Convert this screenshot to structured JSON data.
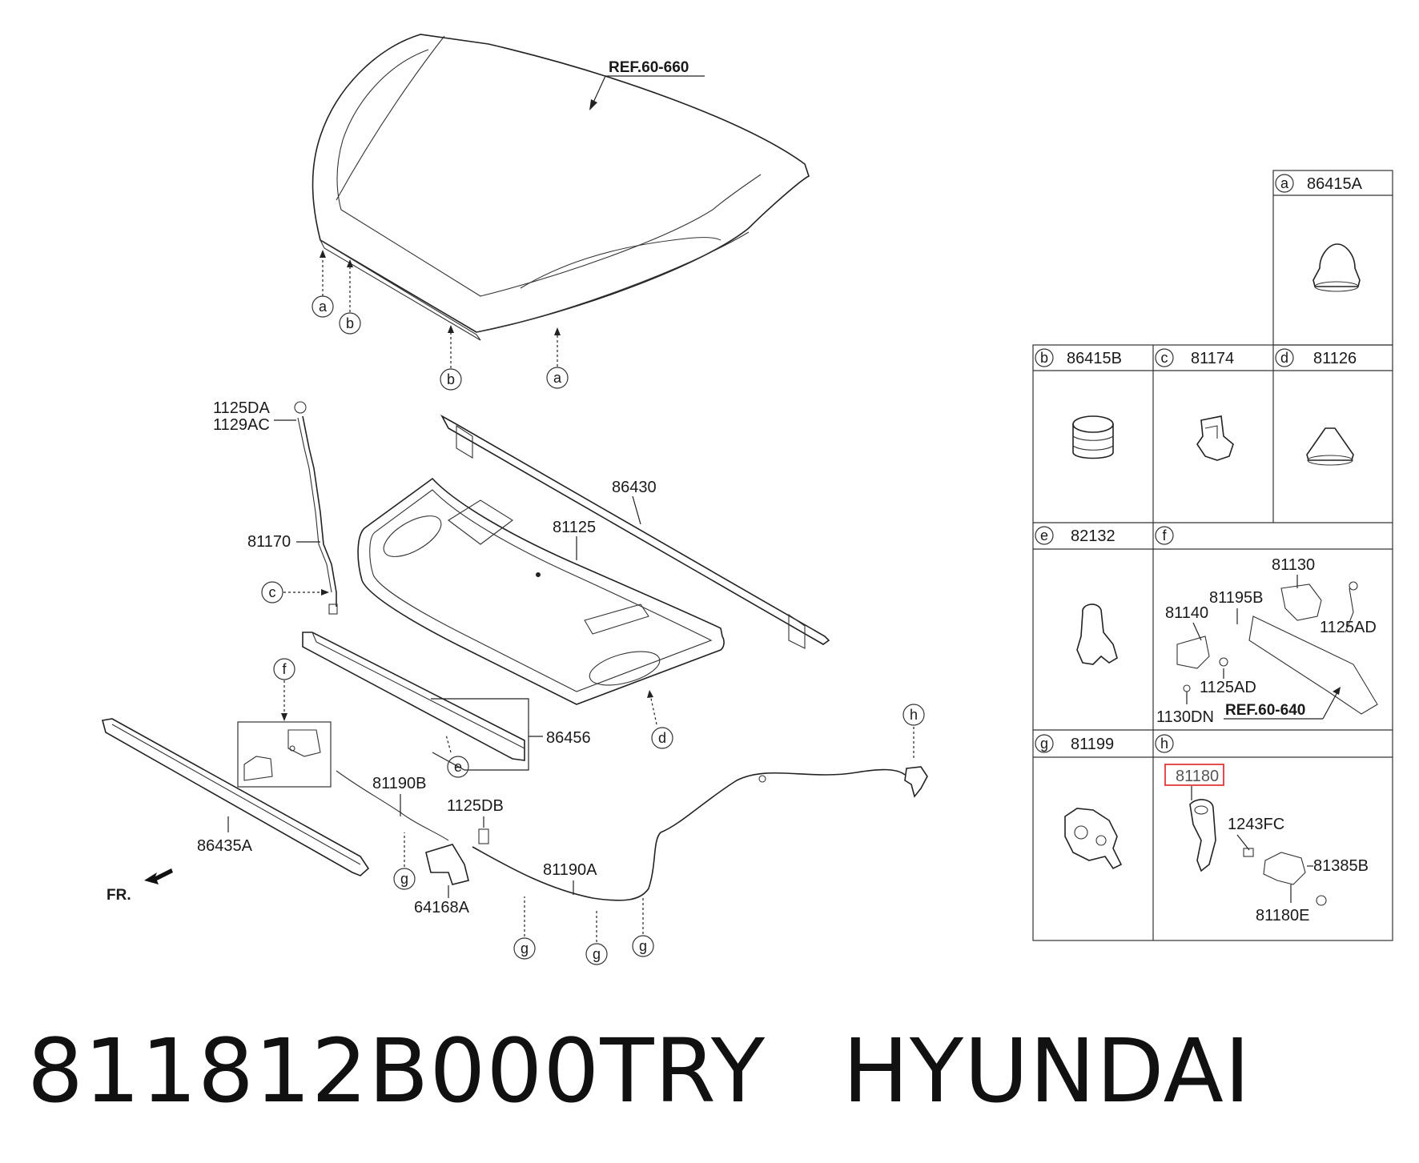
{
  "labels": {
    "ref_60_660": "REF.60-660",
    "p86430": "86430",
    "p81125": "81125",
    "p1125DA": "1125DA",
    "p1129AC": "1129AC",
    "p81170": "81170",
    "p86456": "86456",
    "p81190B": "81190B",
    "p1125DB": "1125DB",
    "p81190A": "81190A",
    "p64168A": "64168A",
    "p86435A": "86435A",
    "fr": "FR."
  },
  "callouts": {
    "a": "a",
    "b": "b",
    "c": "c",
    "d": "d",
    "e": "e",
    "f": "f",
    "g": "g",
    "h": "h"
  },
  "legend": {
    "a": {
      "letter": "a",
      "part": "86415A"
    },
    "b": {
      "letter": "b",
      "part": "86415B"
    },
    "c": {
      "letter": "c",
      "part": "81174"
    },
    "d": {
      "letter": "d",
      "part": "81126"
    },
    "e": {
      "letter": "e",
      "part": "82132"
    },
    "f": {
      "letter": "f",
      "parts": {
        "p81130": "81130",
        "p81195B": "81195B",
        "p81140": "81140",
        "p1125AD_a": "1125AD",
        "p1125AD_b": "1125AD",
        "p1130DN": "1130DN",
        "ref_60_640": "REF.60-640"
      }
    },
    "g": {
      "letter": "g",
      "part": "81199"
    },
    "h": {
      "letter": "h",
      "parts": {
        "p81180": "81180",
        "p1243FC": "1243FC",
        "p81385B": "81385B",
        "p81180E": "81180E"
      }
    }
  },
  "highlight_color": "#e02020",
  "footer": {
    "part_number": "811812B000TRY",
    "brand": "HYUNDAI"
  }
}
